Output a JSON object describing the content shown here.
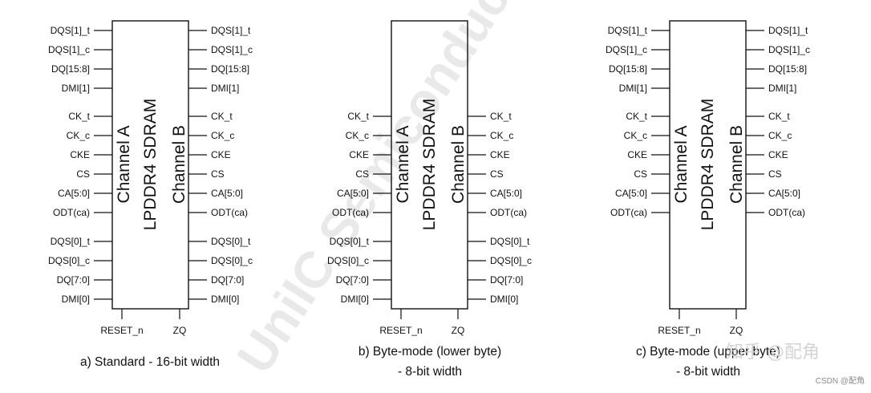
{
  "watermark": {
    "diagonal_text": "UniIC Semiconductor",
    "zh_text": "知乎 @配角",
    "csdn_text": "CSDN @配角"
  },
  "colors": {
    "line": "#111111",
    "text": "#111111",
    "watermark": "#d8d8d8"
  },
  "chip": {
    "title": "LPDDR4 SDRAM",
    "channel_a": "Channel A",
    "channel_b": "Channel B",
    "bottom_pins": [
      "RESET_n",
      "ZQ"
    ]
  },
  "panels": [
    {
      "caption_line1": "a) Standard - 16-bit width",
      "caption_line2": "",
      "left_pins": [
        "DQS[1]_t",
        "DQS[1]_c",
        "DQ[15:8]",
        "DMI[1]",
        "CK_t",
        "CK_c",
        "CKE",
        "CS",
        "CA[5:0]",
        "ODT(ca)",
        "DQS[0]_t",
        "DQS[0]_c",
        "DQ[7:0]",
        "DMI[0]"
      ],
      "right_pins": [
        "DQS[1]_t",
        "DQS[1]_c",
        "DQ[15:8]",
        "DMI[1]",
        "CK_t",
        "CK_c",
        "CKE",
        "CS",
        "CA[5:0]",
        "ODT(ca)",
        "DQS[0]_t",
        "DQS[0]_c",
        "DQ[7:0]",
        "DMI[0]"
      ]
    },
    {
      "caption_line1": "b) Byte-mode (lower byte)",
      "caption_line2": "- 8-bit width",
      "left_pins": [
        "",
        "",
        "",
        "",
        "CK_t",
        "CK_c",
        "CKE",
        "CS",
        "CA[5:0]",
        "ODT(ca)",
        "DQS[0]_t",
        "DQS[0]_c",
        "DQ[7:0]",
        "DMI[0]"
      ],
      "right_pins": [
        "",
        "",
        "",
        "",
        "CK_t",
        "CK_c",
        "CKE",
        "CS",
        "CA[5:0]",
        "ODT(ca)",
        "DQS[0]_t",
        "DQS[0]_c",
        "DQ[7:0]",
        "DMI[0]"
      ]
    },
    {
      "caption_line1": "c) Byte-mode (upper byte)",
      "caption_line2": "- 8-bit width",
      "left_pins": [
        "DQS[1]_t",
        "DQS[1]_c",
        "DQ[15:8]",
        "DMI[1]",
        "CK_t",
        "CK_c",
        "CKE",
        "CS",
        "CA[5:0]",
        "ODT(ca)",
        "",
        "",
        "",
        ""
      ],
      "right_pins": [
        "DQS[1]_t",
        "DQS[1]_c",
        "DQ[15:8]",
        "DMI[1]",
        "CK_t",
        "CK_c",
        "CKE",
        "CS",
        "CA[5:0]",
        "ODT(ca)",
        "",
        "",
        "",
        ""
      ]
    }
  ]
}
